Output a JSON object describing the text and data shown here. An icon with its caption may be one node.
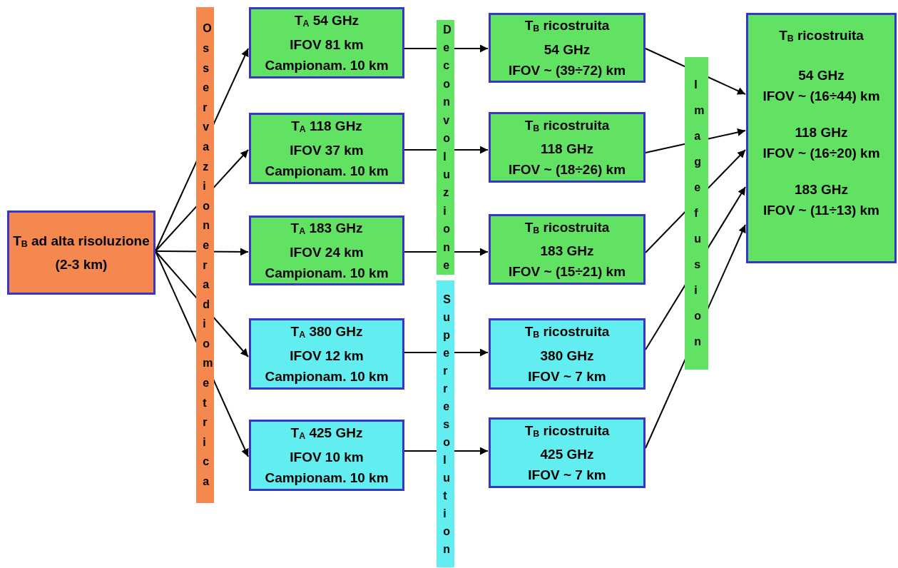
{
  "diagram": {
    "nodes": [
      {
        "text": [
          "T$_{B}$ ad alta risoluzione (2-3 km)"
        ]
      },
      {
        "text": [
          "T$_{A}$ 54 GHz",
          "IFOV 81 km",
          "Campionam. 10 km"
        ]
      },
      {
        "text": [
          "T$_{A}$ 118 GHz",
          "IFOV 37 km",
          "Campionam. 10 km"
        ]
      },
      {
        "text": [
          "T$_{A}$ 183 GHz",
          "IFOV 24 km",
          "Campionam. 10 km"
        ]
      },
      {
        "text": [
          "T$_{A}$ 380 GHz",
          "IFOV 12 km",
          "Campionam. 10 km"
        ]
      },
      {
        "text": [
          "T$_{A}$ 425 GHz",
          "IFOV 10 km",
          "Campionam. 10 km"
        ]
      },
      {
        "text": [
          "T$_{B}$ ricostruita",
          "54 GHz",
          "IFOV ~ (39÷72) km"
        ]
      },
      {
        "text": [
          "T$_{B}$ ricostruita",
          "118 GHz",
          "IFOV ~ (18÷26) km"
        ]
      },
      {
        "text": [
          "T$_{B}$ ricostruita",
          "183 GHz",
          "IFOV ~ (15÷21) km"
        ]
      },
      {
        "text": [
          "T$_{B}$ ricostruita",
          "380 GHz",
          "IFOV ~ 7 km"
        ]
      },
      {
        "text": [
          "T$_{B}$ ricostruita",
          "425 GHz",
          "IFOV ~ 7 km"
        ]
      },
      {
        "text": [
          "T$_{B}$ ricostruita",
          "54 GHz",
          "IFOV ~ (16÷44) km",
          "118 GHz",
          "IFOV ~ (16÷20) km",
          "183 GHz",
          "IFOV ~ (11÷13) km"
        ]
      }
    ],
    "edges": [
      {
        "from": 0,
        "to": 1,
        "arrow": "to"
      },
      {
        "from": 0,
        "to": 2,
        "arrow": "to"
      },
      {
        "from": 0,
        "to": 3,
        "arrow": "to"
      },
      {
        "from": 0,
        "to": 4,
        "arrow": "to"
      },
      {
        "from": 0,
        "to": 5,
        "arrow": "to"
      },
      {
        "from": 1,
        "to": 6,
        "arrow": "to"
      },
      {
        "from": 2,
        "to": 7,
        "arrow": "to"
      },
      {
        "from": 3,
        "to": 8,
        "arrow": "to"
      },
      {
        "from": 4,
        "to": 9,
        "arrow": "to"
      },
      {
        "from": 5,
        "to": 10,
        "arrow": "to"
      },
      {
        "from": 6,
        "to": 11,
        "arrow": "to"
      },
      {
        "from": 7,
        "to": 11,
        "arrow": "to"
      },
      {
        "from": 8,
        "to": 11,
        "arrow": "to"
      },
      {
        "from": 9,
        "to": 11,
        "arrow": "to"
      },
      {
        "from": 10,
        "to": 11,
        "arrow": "to"
      }
    ],
    "labels": [
      "Osservazione radiometrica",
      "Deconvoluzione",
      "Super resolution",
      "Image fusion"
    ]
  }
}
